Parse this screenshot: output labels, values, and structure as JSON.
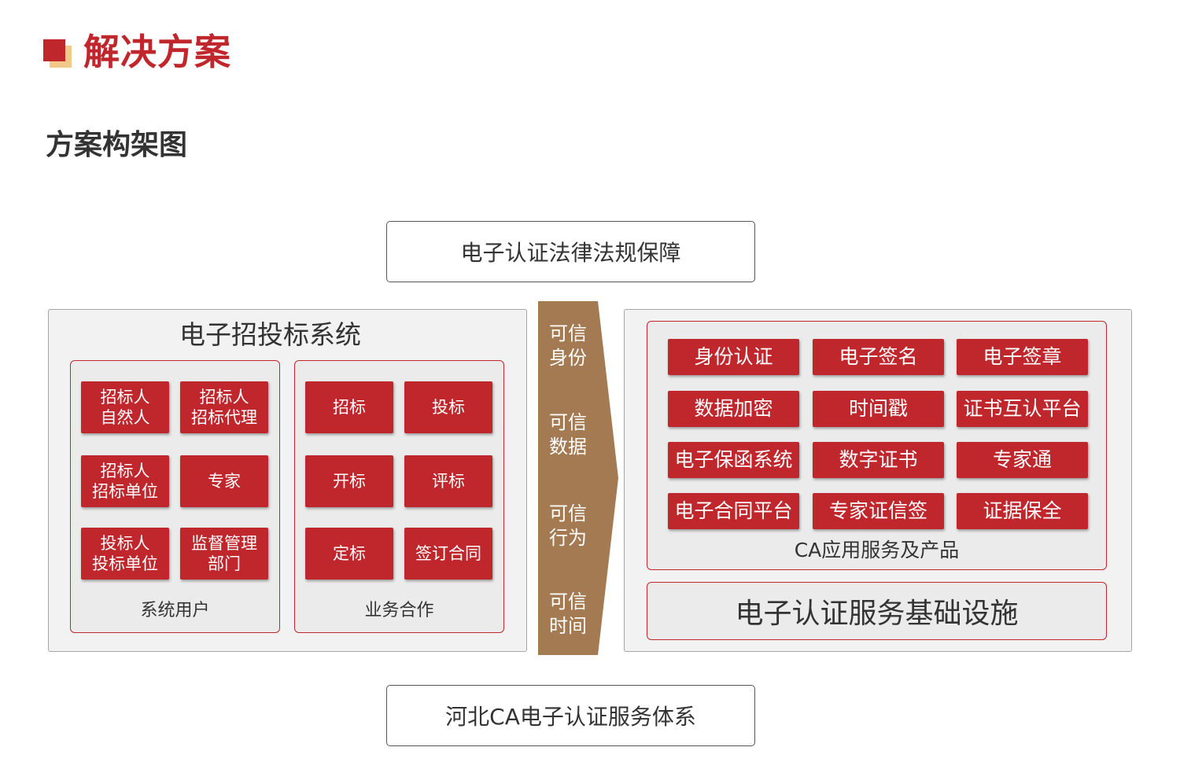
{
  "header": {
    "title": "解决方案",
    "subtitle": "方案构架图"
  },
  "colors": {
    "accent": "#c0272d",
    "logo_secondary": "#f3c98b",
    "arrow": "#a47a52",
    "panel_bg": "#f2f2f2",
    "group_bg": "#ebebeb"
  },
  "top_banner": "电子认证法律法规保障",
  "bottom_banner": "河北CA电子认证服务体系",
  "left_panel": {
    "title": "电子招投标系统",
    "users": {
      "label": "系统用户",
      "tiles": [
        [
          "招标人",
          "自然人"
        ],
        [
          "招标人",
          "招标代理"
        ],
        [
          "招标人",
          "招标单位"
        ],
        [
          "专家"
        ],
        [
          "投标人",
          "投标单位"
        ],
        [
          "监督管理",
          "部门"
        ]
      ]
    },
    "business": {
      "label": "业务合作",
      "tiles": [
        "招标",
        "投标",
        "开标",
        "评标",
        "定标",
        "签订合同"
      ]
    }
  },
  "arrow_labels": [
    [
      "可信",
      "身份"
    ],
    [
      "可信",
      "数据"
    ],
    [
      "可信",
      "行为"
    ],
    [
      "可信",
      "时间"
    ]
  ],
  "right_panel": {
    "ca_tiles": [
      "身份认证",
      "电子签名",
      "电子签章",
      "数据加密",
      "时间戳",
      "证书互认平台",
      "电子保函系统",
      "数字证书",
      "专家通",
      "电子合同平台",
      "专家证信签",
      "证据保全"
    ],
    "ca_label": "CA应用服务及产品",
    "infrastructure": "电子认证服务基础设施"
  }
}
